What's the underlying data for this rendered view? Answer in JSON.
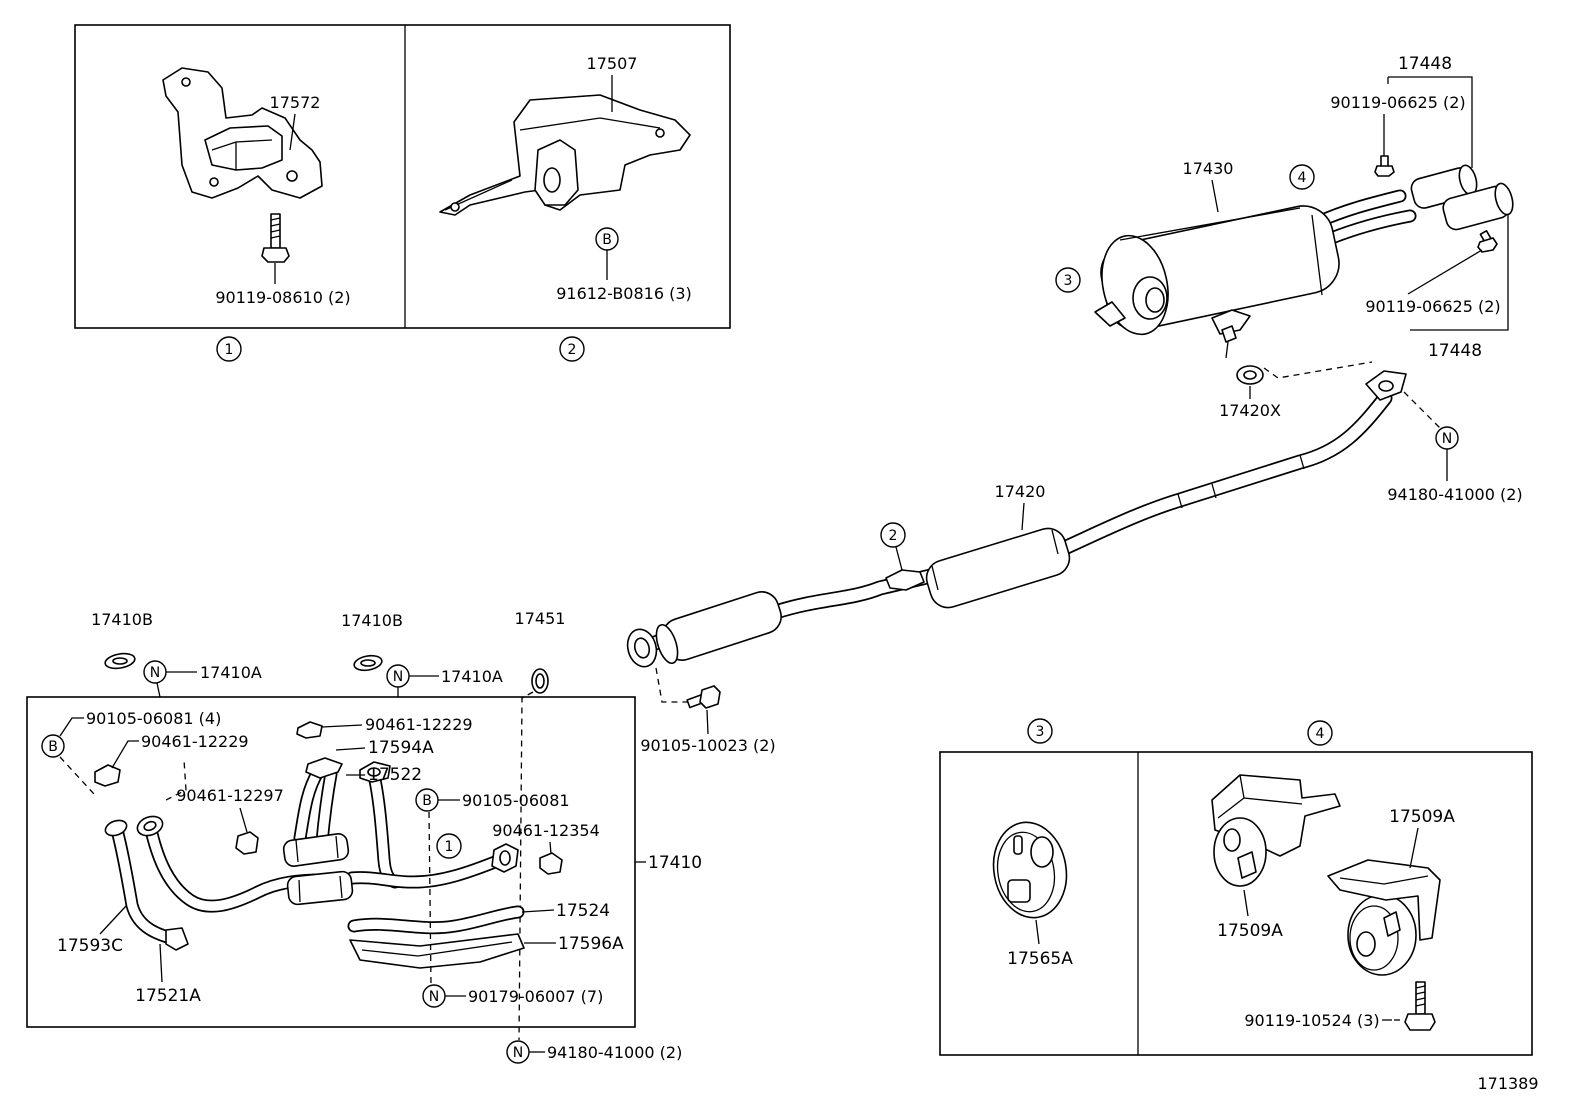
{
  "diagram_id": "171389",
  "inset_1": {
    "marker": "1",
    "bracket": "17572",
    "bolt": "90119-08610 (2)"
  },
  "inset_2": {
    "marker": "2",
    "hanger": "17507",
    "bolt_marker": "B",
    "bolt": "91612-B0816 (3)"
  },
  "tail": {
    "tip_top": "17448",
    "tip_bolt_top": "90119-06625 (2)",
    "muffler": "17430",
    "hanger_marker_4": "4",
    "hanger_marker_3": "3",
    "tip_bolt_bottom": "90119-06625 (2)",
    "tip_bottom": "17448",
    "gasket": "17420X",
    "nut_marker": "N",
    "nut": "94180-41000 (2)"
  },
  "center": {
    "pipe": "17420",
    "hanger_marker": "2",
    "bolt": "90105-10023 (2)"
  },
  "front": {
    "gasket_left": "17410B",
    "nut_marker_left": "N",
    "nut_left": "17410A",
    "gasket_mid": "17410B",
    "nut_marker_mid": "N",
    "nut_mid": "17410A",
    "gasket_right": "17451",
    "bolt_4_marker": "B",
    "bolt_4": "90105-06081 (4)",
    "clamp_left": "90461-12229",
    "clamp_mid": "90461-12229",
    "pipe_17594a": "17594A",
    "converter": "17522",
    "clamp_12297": "90461-12297",
    "bolt_marker": "B",
    "bolt": "90105-06081",
    "clamp_12354": "90461-12354",
    "hanger_marker": "1",
    "assembly": "17410",
    "insulator": "17524",
    "insulator_lower": "17596A",
    "pipe_17593c": "17593C",
    "pipe_17521a": "17521A",
    "nut_7_marker": "N",
    "nut_7": "90179-06007 (7)",
    "nut_2_marker": "N",
    "nut_2": "94180-41000 (2)"
  },
  "inset_3": {
    "marker": "3",
    "hanger": "17565A"
  },
  "inset_4": {
    "marker": "4",
    "hanger_left": "17509A",
    "hanger_right": "17509A",
    "bolt": "90119-10524 (3)"
  }
}
